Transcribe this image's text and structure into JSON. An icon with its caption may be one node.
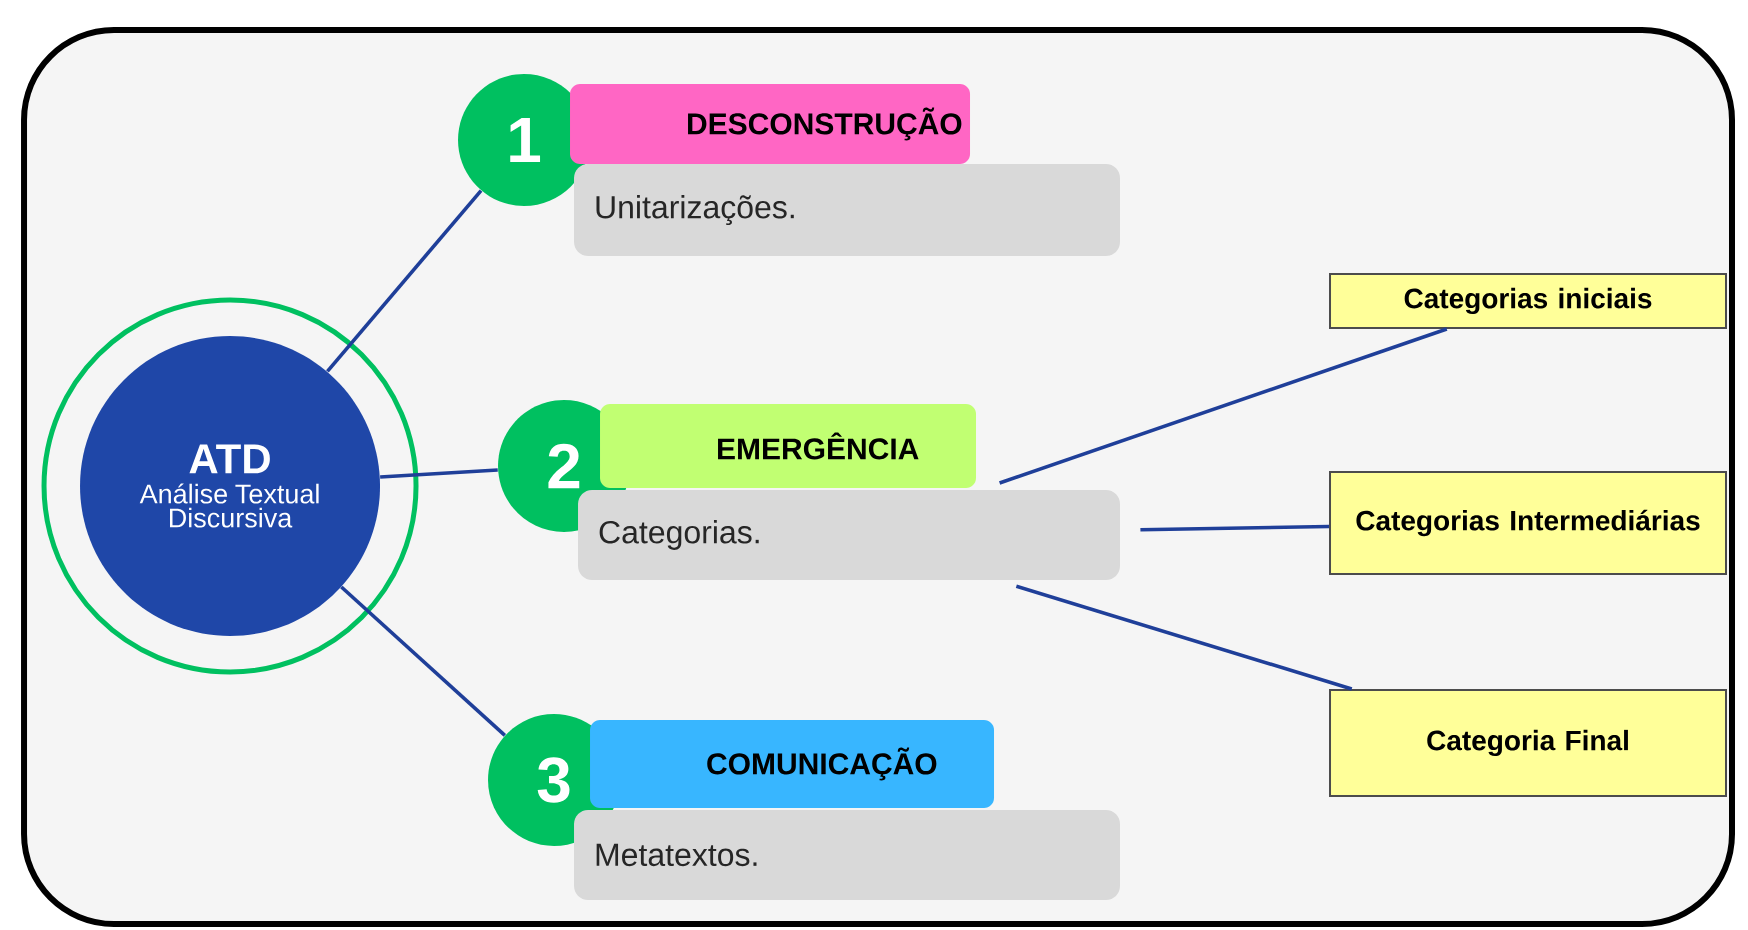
{
  "diagram": {
    "nodes": [
      {
        "text": [
          "ATD",
          "Análise Textual Discursiva"
        ]
      },
      {
        "text": [
          "1"
        ]
      },
      {
        "text": [
          "DESCONSTRUÇÃO"
        ]
      },
      {
        "text": [
          "Unitarizações."
        ]
      },
      {
        "text": [
          "2"
        ]
      },
      {
        "text": [
          "EMERGÊNCIA"
        ]
      },
      {
        "text": [
          "Categorias."
        ]
      },
      {
        "text": [
          "3"
        ]
      },
      {
        "text": [
          "COMUNICAÇÃO"
        ]
      },
      {
        "text": [
          "Metatextos."
        ]
      },
      {
        "text": [
          "Categorias iniciais"
        ]
      },
      {
        "text": [
          "Categorias Intermediárias"
        ]
      },
      {
        "text": [
          "Categoria Final"
        ]
      }
    ],
    "edges": [
      {
        "from": 0,
        "to": 1,
        "arrow": "none"
      },
      {
        "from": 0,
        "to": 4,
        "arrow": "none"
      },
      {
        "from": 0,
        "to": 7,
        "arrow": "none"
      },
      {
        "from": 6,
        "to": 10,
        "arrow": "none"
      },
      {
        "from": 6,
        "to": 11,
        "arrow": "none"
      },
      {
        "from": 6,
        "to": 12,
        "arrow": "none"
      }
    ]
  }
}
